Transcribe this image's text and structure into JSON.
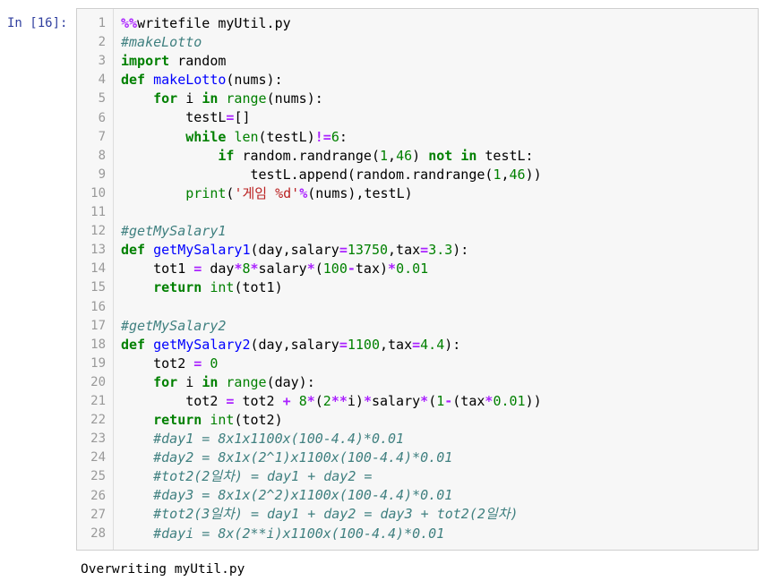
{
  "prompt": "In [16]:",
  "line_numbers": [
    "1",
    "2",
    "3",
    "4",
    "5",
    "6",
    "7",
    "8",
    "9",
    "10",
    "11",
    "12",
    "13",
    "14",
    "15",
    "16",
    "17",
    "18",
    "19",
    "20",
    "21",
    "22",
    "23",
    "24",
    "25",
    "26",
    "27",
    "28"
  ],
  "code": {
    "l1": {
      "magic": "%%",
      "rest": "writefile myUtil.py"
    },
    "l2": "#makeLotto",
    "l3": {
      "kw": "import",
      "rest": " random"
    },
    "l4": {
      "kw": "def",
      "fn": "makeLotto",
      "rest": "(nums):"
    },
    "l5": {
      "indent": "    ",
      "kw1": "for",
      "mid": " i ",
      "kw2": "in",
      "sp": " ",
      "bi": "range",
      "rest": "(nums):"
    },
    "l6": {
      "indent": "        ",
      "pre": "testL",
      "op": "=",
      "rest": "[]"
    },
    "l7": {
      "indent": "        ",
      "kw": "while",
      "sp": " ",
      "bi": "len",
      "mid": "(testL)",
      "op": "!=",
      "num": "6",
      "rest": ":"
    },
    "l8": {
      "indent": "            ",
      "kw": "if",
      "a": " random.randrange(",
      "n1": "1",
      "c": ",",
      "n2": "46",
      "b": ") ",
      "kw2": "not",
      "sp": " ",
      "kw3": "in",
      "rest": " testL:"
    },
    "l9": {
      "indent": "                ",
      "a": "testL.append(random.randrange(",
      "n1": "1",
      "c": ",",
      "n2": "46",
      "rest": "))"
    },
    "l10": {
      "indent": "        ",
      "bi": "print",
      "p": "(",
      "str": "'게임 %d'",
      "op": "%",
      "rest": "(nums),testL)"
    },
    "l11": "",
    "l12": "#getMySalary1",
    "l13": {
      "kw": "def",
      "fn": "getMySalary1",
      "a": "(day,salary",
      "o1": "=",
      "n1": "13750",
      "b": ",tax",
      "o2": "=",
      "n2": "3.3",
      "rest": "):"
    },
    "l14": {
      "indent": "    ",
      "a": "tot1 ",
      "o1": "=",
      "b": " day",
      "o2": "*",
      "n1": "8",
      "o3": "*",
      "c": "salary",
      "o4": "*",
      "d": "(",
      "n2": "100",
      "o5": "-",
      "e": "tax)",
      "o6": "*",
      "n3": "0.01"
    },
    "l15": {
      "indent": "    ",
      "kw": "return",
      "sp": " ",
      "bi": "int",
      "rest": "(tot1)"
    },
    "l16": "",
    "l17": "#getMySalary2",
    "l18": {
      "kw": "def",
      "fn": "getMySalary2",
      "a": "(day,salary",
      "o1": "=",
      "n1": "1100",
      "b": ",tax",
      "o2": "=",
      "n2": "4.4",
      "rest": "):"
    },
    "l19": {
      "indent": "    ",
      "a": "tot2 ",
      "o1": "=",
      "sp": " ",
      "n1": "0"
    },
    "l20": {
      "indent": "    ",
      "kw1": "for",
      "mid": " i ",
      "kw2": "in",
      "sp": " ",
      "bi": "range",
      "rest": "(day):"
    },
    "l21": {
      "indent": "        ",
      "a": "tot2 ",
      "o1": "=",
      "b": " tot2 ",
      "o2": "+",
      "sp": " ",
      "n1": "8",
      "o3": "*",
      "c": "(",
      "n2": "2",
      "o4": "**",
      "d": "i)",
      "o5": "*",
      "e": "salary",
      "o6": "*",
      "f": "(",
      "n3": "1",
      "o7": "-",
      "g": "(tax",
      "o8": "*",
      "n4": "0.01",
      "rest": "))"
    },
    "l22": {
      "indent": "    ",
      "kw": "return",
      "sp": " ",
      "bi": "int",
      "rest": "(tot2)"
    },
    "l23": "    #day1 = 8x1x1100x(100-4.4)*0.01",
    "l24": "    #day2 = 8x1x(2^1)x1100x(100-4.4)*0.01",
    "l25": "    #tot2(2일차) = day1 + day2 =",
    "l26": "    #day3 = 8x1x(2^2)x1100x(100-4.4)*0.01",
    "l27": "    #tot2(3일차) = day1 + day2 = day3 + tot2(2일차)",
    "l28": "    #dayi = 8x(2**i)x1100x(100-4.4)*0.01"
  },
  "output": "Overwriting myUtil.py",
  "colors": {
    "prompt": "#303f9f",
    "keyword": "#008000",
    "function": "#0000ff",
    "operator": "#aa22ff",
    "string": "#ba2121",
    "comment": "#408080",
    "cell_bg": "#f7f7f7"
  }
}
